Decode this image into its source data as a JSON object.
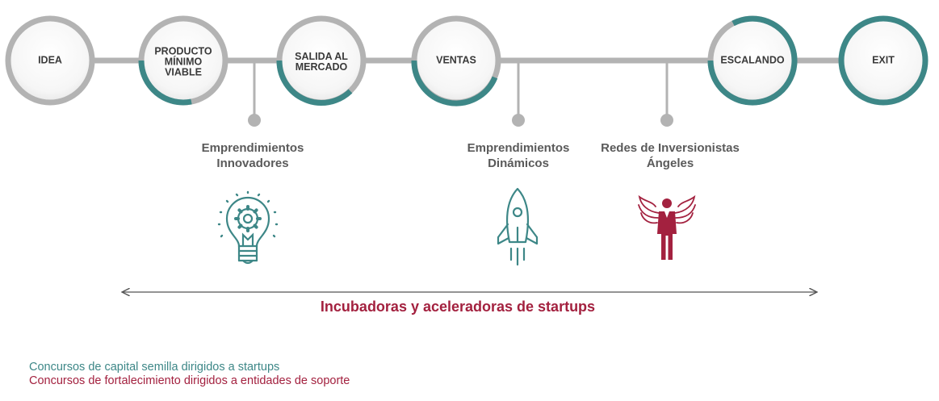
{
  "colors": {
    "gray_line": "#b3b3b3",
    "teal": "#3d8787",
    "crimson": "#a3213f",
    "label_gray": "#5a5a5a"
  },
  "stages": [
    {
      "id": "idea",
      "label": "IDEA"
    },
    {
      "id": "producto",
      "label": "PRODUCTO MÍNIMO VIABLE"
    },
    {
      "id": "salida",
      "label": "SALIDA AL MERCADO"
    },
    {
      "id": "ventas",
      "label": "VENTAS"
    },
    {
      "id": "escalando",
      "label": "ESCALANDO"
    },
    {
      "id": "exit",
      "label": "EXIT"
    }
  ],
  "segments": [
    {
      "label": "Emprendimientos Innovadores",
      "icon": "lightbulb-gear-icon"
    },
    {
      "label": "Emprendimientos Dinámicos",
      "icon": "rocket-icon"
    },
    {
      "label": "Redes de Inversionistas Ángeles",
      "icon": "angel-investor-icon"
    }
  ],
  "range_label": "Incubadoras y aceleradoras de startups",
  "legend": {
    "teal_text": "Concursos de capital semilla dirigidos a startups",
    "red_text": "Concursos de fortalecimiento dirigidos a entidades de soporte"
  }
}
